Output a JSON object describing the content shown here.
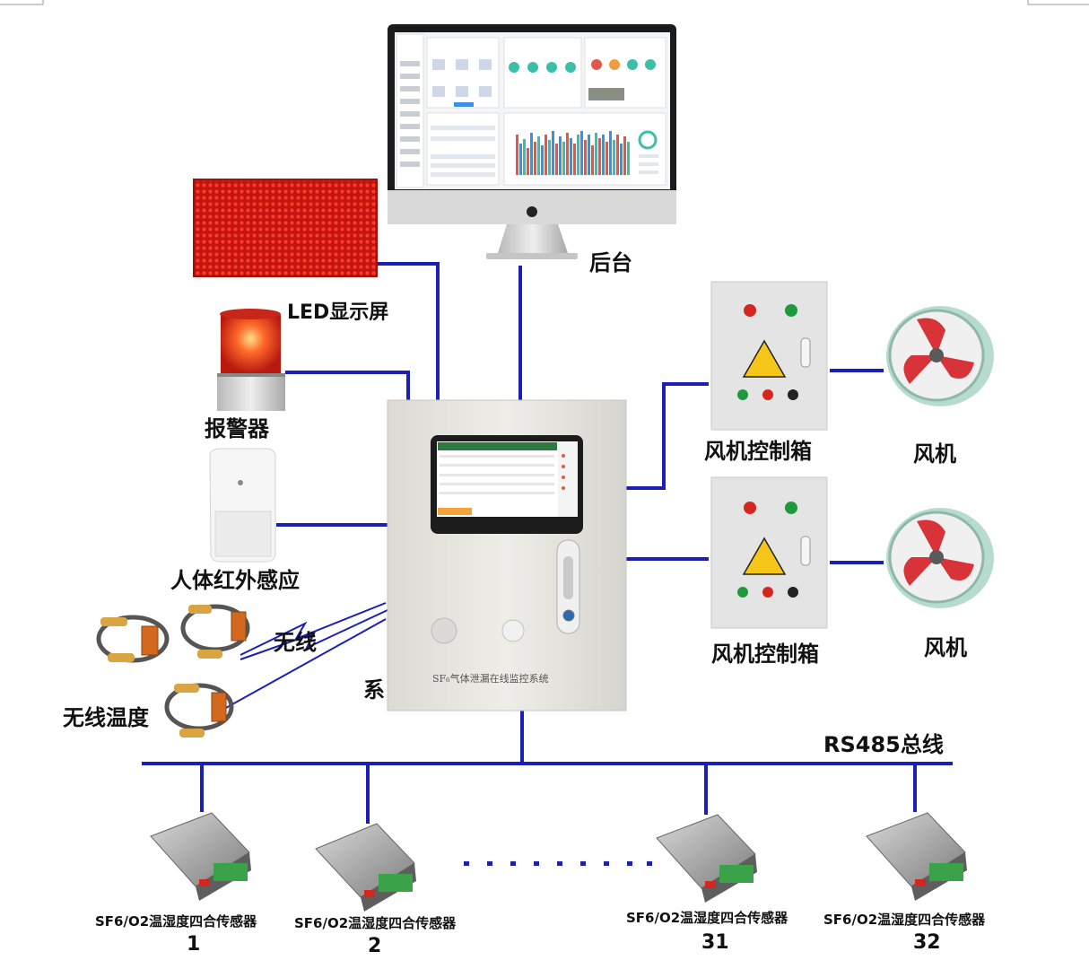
{
  "labels": {
    "backend": "后台",
    "led_display": "LED显示屏",
    "alarm": "报警器",
    "pir": "人体红外感应",
    "wireless": "无线",
    "wireless_temp": "无线温度",
    "system_partial": "系",
    "fan_box_1": "风机控制箱",
    "fan_1": "风机",
    "fan_box_2": "风机控制箱",
    "fan_2": "风机",
    "bus": "RS485总线",
    "cabinet_title": "SF₆气体泄漏在线监控系统"
  },
  "sensors": [
    {
      "label": "SF6/O2温湿度四合传感器",
      "number": "1"
    },
    {
      "label": "SF6/O2温湿度四合传感器",
      "number": "2"
    },
    {
      "label": "SF6/O2温湿度四合传感器",
      "number": "31"
    },
    {
      "label": "SF6/O2温湿度四合传感器",
      "number": "32"
    }
  ],
  "colors": {
    "wire": "#1a1fb8",
    "led_red": "#e21b1b",
    "alarm_red": "#e8351f",
    "cabinet": "#e9e7e2",
    "fan_blade": "#d9333a",
    "fan_ring": "#a6d4c9"
  }
}
